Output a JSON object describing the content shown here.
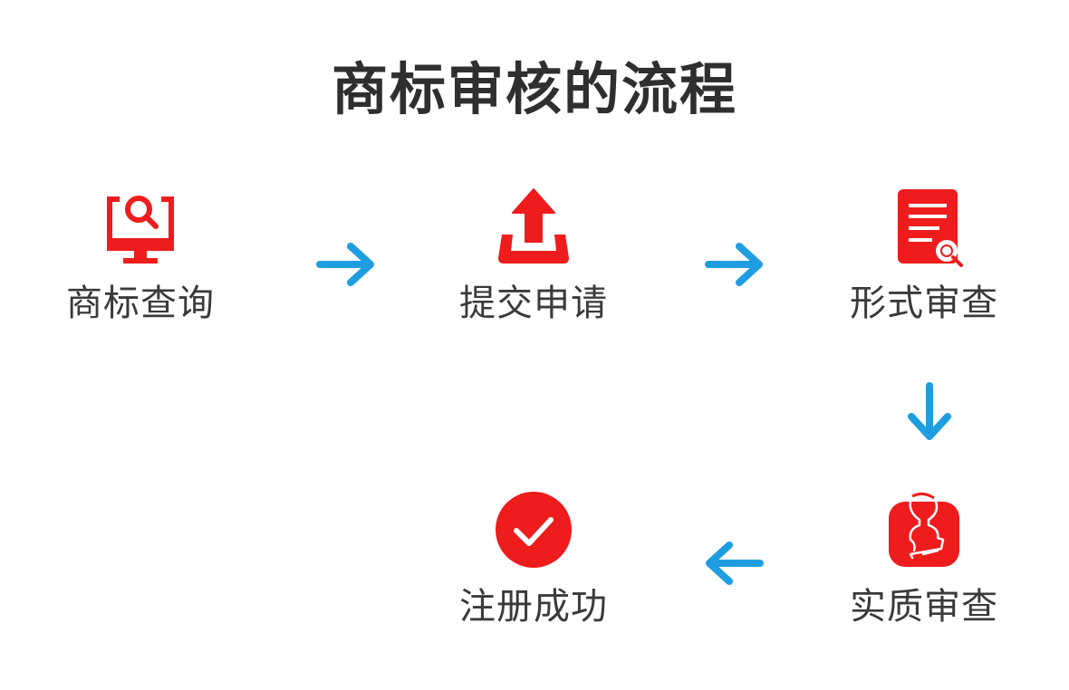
{
  "title": "商标审核的流程",
  "colors": {
    "accent": "#ee1c1c",
    "arrow": "#1e9ee0",
    "text": "#333333"
  },
  "steps": [
    {
      "label": "商标查询",
      "icon": "monitor-search-icon"
    },
    {
      "label": "提交申请",
      "icon": "upload-icon"
    },
    {
      "label": "形式审查",
      "icon": "document-search-icon"
    },
    {
      "label": "实质审查",
      "icon": "stamp-icon"
    },
    {
      "label": "注册成功",
      "icon": "check-circle-icon"
    }
  ],
  "arrows": [
    {
      "direction": "right",
      "from": "商标查询",
      "to": "提交申请"
    },
    {
      "direction": "right",
      "from": "提交申请",
      "to": "形式审查"
    },
    {
      "direction": "down",
      "from": "形式审查",
      "to": "实质审查"
    },
    {
      "direction": "left",
      "from": "实质审查",
      "to": "注册成功"
    }
  ]
}
